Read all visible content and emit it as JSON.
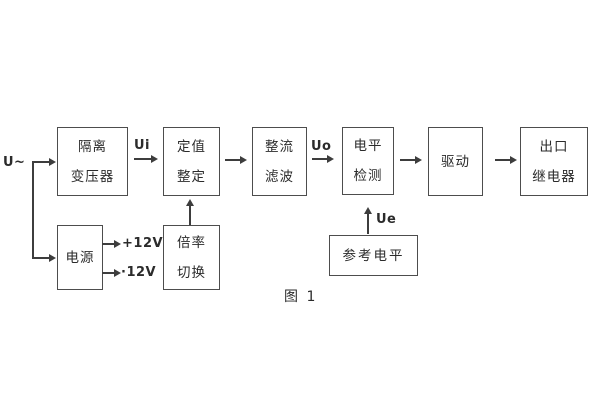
{
  "colors": {
    "background": "#ffffff",
    "line": "#3d3d3d",
    "box_border": "#4d4d4d",
    "text": "#2b2b2b"
  },
  "caption": "图 1",
  "signals": {
    "input": "U~",
    "ui": "Ui",
    "uo": "Uo",
    "ue": "Ue",
    "rail_positive": "+12V",
    "rail_negative": "·12V"
  },
  "blocks": {
    "isolation": {
      "line1": "隔离",
      "line2": "变压器"
    },
    "setting": {
      "line1": "定值",
      "line2": "整定"
    },
    "rectifier": {
      "line1": "整流",
      "line2": "滤波"
    },
    "level": {
      "line1": "电平",
      "line2": "检测"
    },
    "drive": {
      "label": "驱动"
    },
    "relay": {
      "line1": "出口",
      "line2": "继电器"
    },
    "power": {
      "label": "电源"
    },
    "ratio": {
      "line1": "倍率",
      "line2": "切换"
    },
    "reference": {
      "label": "参考电平"
    }
  }
}
